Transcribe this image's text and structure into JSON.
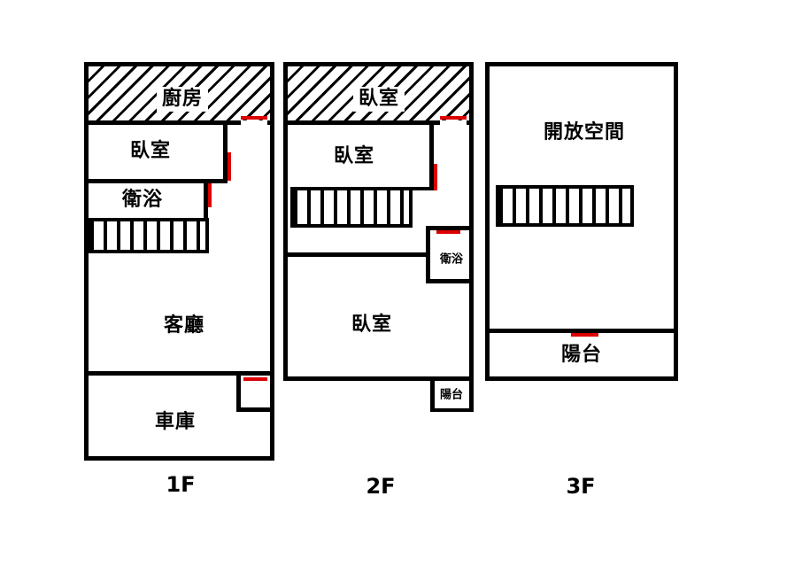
{
  "title": "three-storey floor plan",
  "colors": {
    "wall": "#000000",
    "door_marker": "#dd0000"
  },
  "floors": [
    {
      "label": "1F",
      "rooms": {
        "kitchen": "廚房",
        "bedroom": "臥室",
        "bathroom": "衛浴",
        "living_room": "客廳",
        "garage": "車庫"
      }
    },
    {
      "label": "2F",
      "rooms": {
        "bedroom_top": "臥室",
        "bedroom_middle": "臥室",
        "bathroom": "衛浴",
        "bedroom_bottom": "臥室",
        "balcony": "陽台"
      }
    },
    {
      "label": "3F",
      "rooms": {
        "open_space": "開放空間",
        "balcony": "陽台"
      }
    }
  ]
}
